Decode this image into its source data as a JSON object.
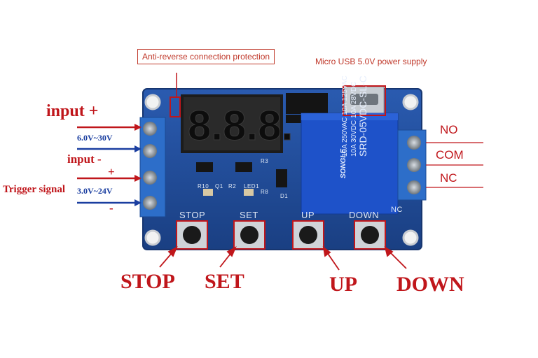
{
  "callouts": {
    "anti_reverse": "Anti-reverse connection protection",
    "micro_usb": "Micro USB 5.0V power supply"
  },
  "inputs": {
    "input_plus": "input",
    "input_plus_sign": "+",
    "range_input": "6.0V~30V",
    "input_minus": "input -",
    "trigger_plus": "+",
    "trigger_signal": "Trigger signal",
    "range_trigger": "3.0V~24V",
    "trigger_minus": "-"
  },
  "relay_outputs": {
    "no": "NO",
    "com": "COM",
    "nc": "NC"
  },
  "buttons": {
    "stop": "STOP",
    "set": "SET",
    "up": "UP",
    "down": "DOWN"
  },
  "silkscreen": {
    "stop": "STOP",
    "set": "SET",
    "up": "UP",
    "down": "DOWN",
    "nc": "NC",
    "r10": "R10",
    "q1": "Q1",
    "r2": "R2",
    "led1": "LED1",
    "r8": "R8",
    "d1": "D1",
    "r3": "R3"
  },
  "relay": {
    "brand": "SONGLE",
    "model": "SRD-05VDC-SL-C",
    "rating1": "10A 250VAC 10A 125VAC",
    "rating2": "10A 30VDC 10A 28VDC"
  },
  "colors": {
    "board": "#1f4a94",
    "annotation_red": "#c0161b",
    "annotation_blue": "#1a3ea0"
  }
}
